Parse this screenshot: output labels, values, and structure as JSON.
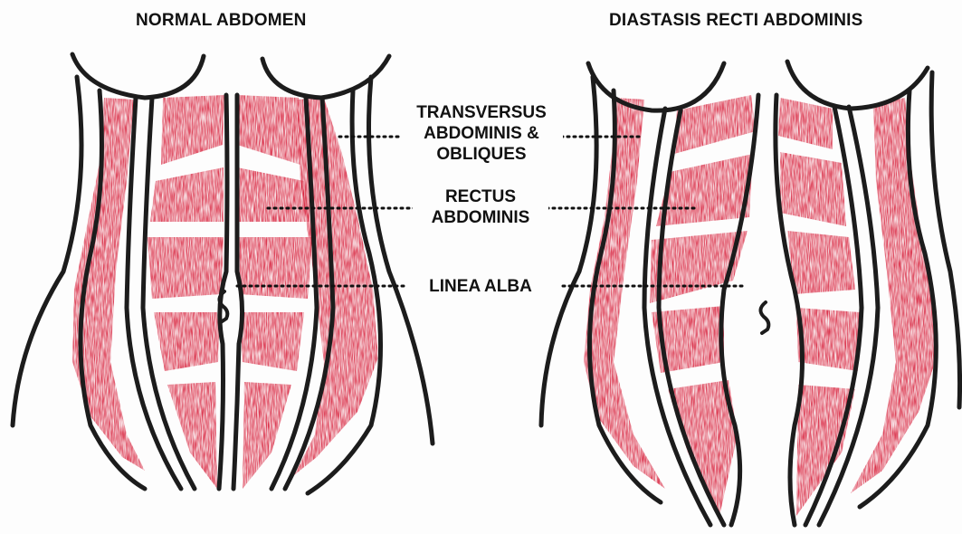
{
  "titles": {
    "normal": "NORMAL ABDOMEN",
    "diastasis": "DIASTASIS RECTI ABDOMINIS"
  },
  "labels": {
    "transversus_line1": "TRANSVERSUS",
    "transversus_line2": "ABDOMINIS &",
    "transversus_line3": "OBLIQUES",
    "rectus_line1": "RECTUS",
    "rectus_line2": "ABDOMINIS",
    "linea_alba": "LINEA ALBA"
  },
  "colors": {
    "muscle": "#d8253f",
    "outline": "#1c1c1c",
    "background": "#fdfdfd",
    "text": "#111111"
  }
}
